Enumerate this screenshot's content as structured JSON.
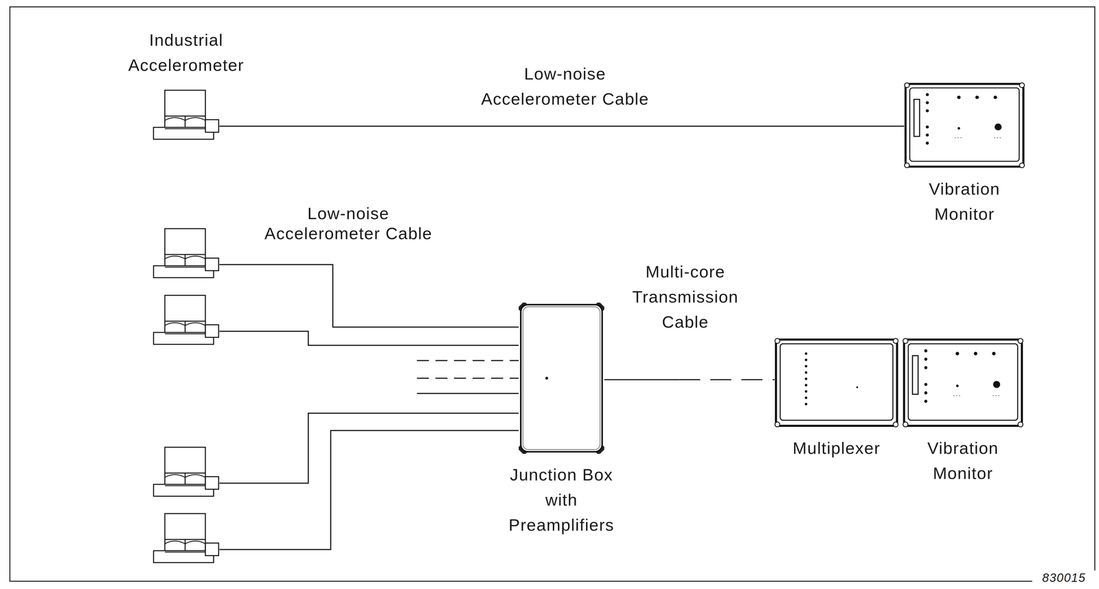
{
  "diagram": {
    "nodes": [
      {
        "text": [
          "Industrial Accelerometer"
        ]
      },
      {
        "text": [
          "Vibration Monitor"
        ]
      },
      {
        "text": [
          "Junction Box with Preamplifiers"
        ]
      },
      {
        "text": [
          "Multiplexer"
        ]
      },
      {
        "text": [
          "Vibration Monitor"
        ]
      }
    ],
    "edges": [
      {
        "from": 0,
        "to": 1,
        "arrow": "none",
        "label": "Low-noise Accelerometer Cable"
      },
      {
        "from": 2,
        "to": 3,
        "arrow": "none",
        "label": "Multi-core Transmission Cable"
      }
    ],
    "labels": [
      "Low-noise Accelerometer Cable",
      "830015"
    ]
  }
}
